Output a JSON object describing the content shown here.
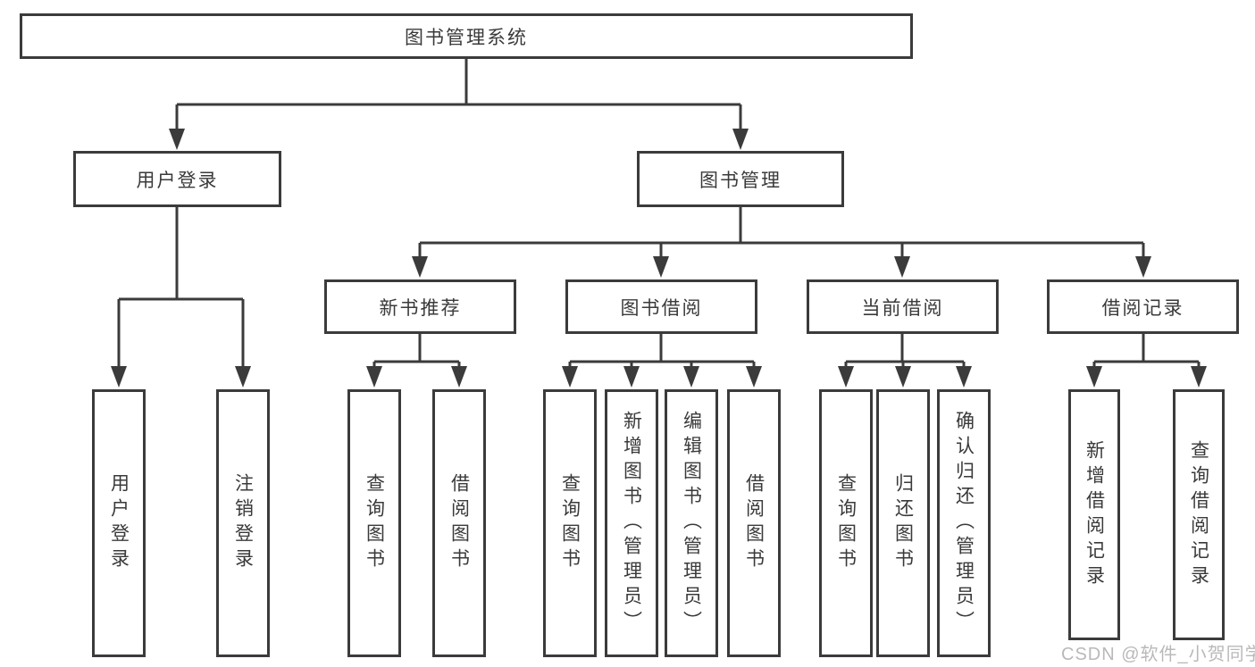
{
  "diagram_type": "hierarchy-tree",
  "colors": {
    "line": "#3b3b3b",
    "box_border": "#3b3b3b",
    "text": "#3a3a3a",
    "watermark": "#b9b9b9",
    "background": "#ffffff"
  },
  "watermark": "CSDN @软件_小贺同学",
  "tree": {
    "root": {
      "label": "图书管理系统"
    },
    "branches": [
      {
        "label": "用户登录",
        "children": [
          {
            "label": "用户登录"
          },
          {
            "label": "注销登录"
          }
        ]
      },
      {
        "label": "图书管理",
        "children": [
          {
            "label": "新书推荐",
            "children": [
              {
                "label": "查询图书"
              },
              {
                "label": "借阅图书"
              }
            ]
          },
          {
            "label": "图书借阅",
            "children": [
              {
                "label": "查询图书"
              },
              {
                "label": "新增图书（管理员）"
              },
              {
                "label": "编辑图书（管理员）"
              },
              {
                "label": "借阅图书"
              }
            ]
          },
          {
            "label": "当前借阅",
            "children": [
              {
                "label": "查询图书"
              },
              {
                "label": "归还图书"
              },
              {
                "label": "确认归还（管理员）"
              }
            ]
          },
          {
            "label": "借阅记录",
            "children": [
              {
                "label": "新增借阅记录"
              },
              {
                "label": "查询借阅记录"
              }
            ]
          }
        ]
      }
    ]
  }
}
